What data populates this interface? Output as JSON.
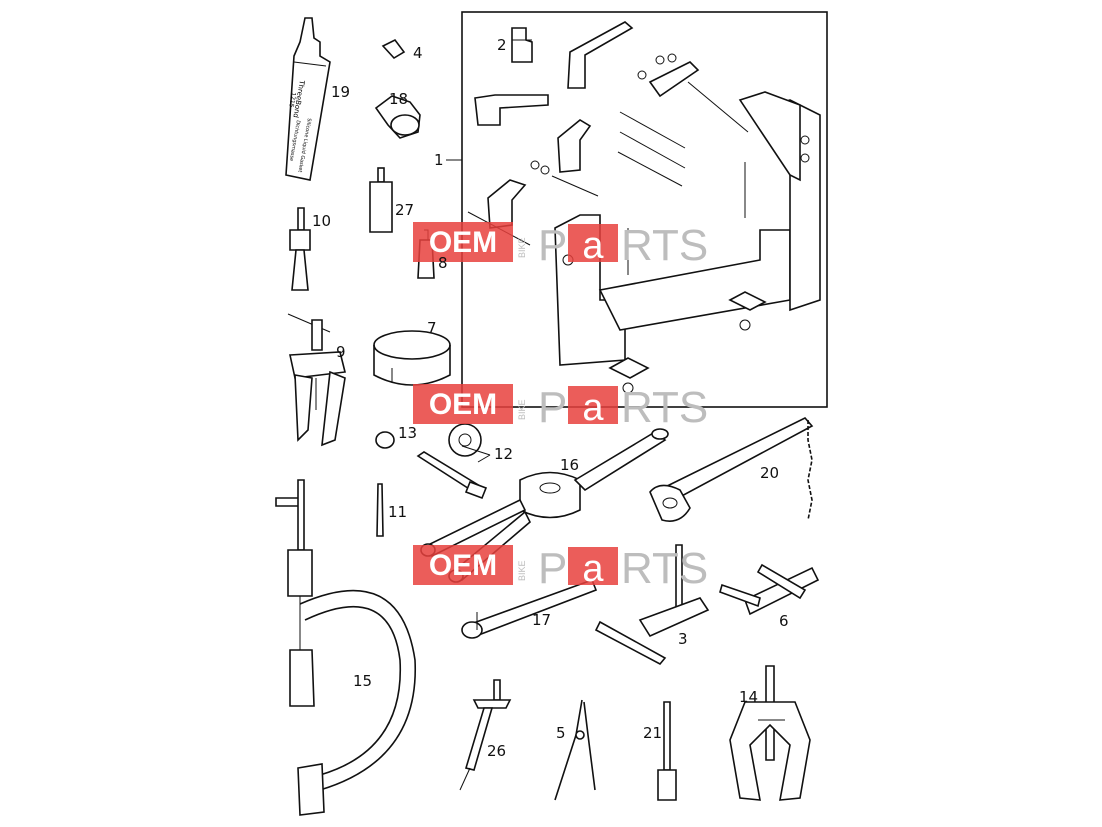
{
  "watermark": {
    "brand_left": "OEM",
    "brand_small": "BIKE",
    "brand_p": "P",
    "brand_a": "a",
    "brand_right": "RTS",
    "color_red": "#e8413d",
    "color_gray": "#bdbdbd"
  },
  "labels": {
    "p1": "1",
    "p2": "2",
    "p3": "3",
    "p4": "4",
    "p5": "5",
    "p6": "6",
    "p7": "7",
    "p8": "8",
    "p9": "9",
    "p10": "10",
    "p11": "11",
    "p12": "12",
    "p13": "13",
    "p14": "14",
    "p15": "15",
    "p16": "16",
    "p17": "17",
    "p18": "18",
    "p19": "19",
    "p20": "20",
    "p21": "21",
    "p26": "26",
    "p27": "27"
  },
  "tube_text": {
    "brand": "ThreeBond",
    "code": "1215",
    "line1": "Silicone Liquid Gasket",
    "line2": "Dichtungsmasse"
  }
}
